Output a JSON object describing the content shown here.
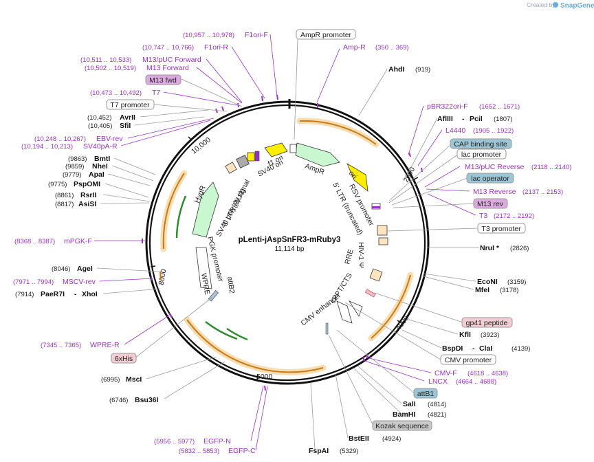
{
  "map": {
    "name": "pLenti-jAspSnFR3-mRuby3",
    "size": "11,114 bp"
  },
  "branding": {
    "created_by": "Created by",
    "product": "SnapGene"
  },
  "ticks": [
    "2000",
    "4000",
    "5000",
    "8000",
    "10,000"
  ],
  "enzymes": [
    {
      "name": "AhdI",
      "pos": "(919)"
    },
    {
      "name": "AflIII",
      "name2": "PciI",
      "pos": "(1807)"
    },
    {
      "name": "NruI *",
      "pos": "(2826)"
    },
    {
      "name": "EcoNI",
      "pos": "(3159)"
    },
    {
      "name": "MfeI",
      "pos": "(3178)"
    },
    {
      "name": "KflI",
      "pos": "(3923)"
    },
    {
      "name": "BspDI",
      "name2": "ClaI",
      "pos": "(4139)"
    },
    {
      "name": "SalI",
      "pos": "(4814)"
    },
    {
      "name": "BamHI",
      "pos": "(4821)"
    },
    {
      "name": "BstEII",
      "pos": "(4924)"
    },
    {
      "name": "FspAI",
      "pos": "(5329)"
    },
    {
      "name": "Bsu36I",
      "pos": "(6746)"
    },
    {
      "name": "MscI",
      "pos": "(6995)"
    },
    {
      "name": "PaeR7I",
      "name2": "XhoI",
      "pos": "(7914)"
    },
    {
      "name": "AgeI",
      "pos": "(8046)"
    },
    {
      "name": "AsiSI",
      "pos": "(8817)"
    },
    {
      "name": "RsrII",
      "pos": "(8861)"
    },
    {
      "name": "PspOMI",
      "pos": "(9775)"
    },
    {
      "name": "ApaI",
      "pos": "(9779)"
    },
    {
      "name": "NheI",
      "pos": "(9859)"
    },
    {
      "name": "BmtI",
      "pos": "(9863)"
    },
    {
      "name": "SfiI",
      "pos": "(10,405)"
    },
    {
      "name": "AvrII",
      "pos": "(10,452)"
    }
  ],
  "primers": [
    {
      "name": "F1ori-F",
      "range": "(10,957 .. 10,978)"
    },
    {
      "name": "F1ori-R",
      "range": "(10,747 .. 10,766)"
    },
    {
      "name": "M13/pUC Forward",
      "range": "(10,511 .. 10,533)"
    },
    {
      "name": "M13 Forward",
      "range": "(10,502 .. 10,519)"
    },
    {
      "name": "T7",
      "range": "(10,473 .. 10,492)"
    },
    {
      "name": "EBV-rev",
      "range": "(10,248 .. 10,267)"
    },
    {
      "name": "SV40pA-R",
      "range": "(10,194 .. 10,213)"
    },
    {
      "name": "mPGK-F",
      "range": "(8368 .. 8387)"
    },
    {
      "name": "MSCV-rev",
      "range": "(7971 .. 7994)"
    },
    {
      "name": "WPRE-R",
      "range": "(7345 .. 7365)"
    },
    {
      "name": "EGFP-N",
      "range": "(5956 .. 5977)"
    },
    {
      "name": "EGFP-C",
      "range": "(5832 .. 5853)"
    },
    {
      "name": "Amp-R",
      "range": "(350 .. 369)"
    },
    {
      "name": "pBR322ori-F",
      "range": "(1652 .. 1671)"
    },
    {
      "name": "L4440",
      "range": "(1905 .. 1922)"
    },
    {
      "name": "M13/pUC Reverse",
      "range": "(2118 .. 2140)"
    },
    {
      "name": "M13 Reverse",
      "range": "(2137 .. 2153)"
    },
    {
      "name": "T3",
      "range": "(2172 .. 2192)"
    },
    {
      "name": "CMV-F",
      "range": "(4618 .. 4638)"
    },
    {
      "name": "LNCX",
      "range": "(4664 .. 4688)"
    }
  ],
  "boxed": [
    {
      "name": "AmpR promoter"
    },
    {
      "name": "M13 fwd"
    },
    {
      "name": "T7 promoter"
    },
    {
      "name": "CAP binding site"
    },
    {
      "name": "lac promoter"
    },
    {
      "name": "lac operator"
    },
    {
      "name": "M13 rev"
    },
    {
      "name": "T3 promoter"
    },
    {
      "name": "gp41 peptide"
    },
    {
      "name": "CMV promoter"
    },
    {
      "name": "attB1"
    },
    {
      "name": "Kozak sequence"
    },
    {
      "name": "6xHis"
    }
  ],
  "features": [
    "f1 ori",
    "SV40 ori",
    "AmpR",
    "ori",
    "RSV promoter",
    "5' LTR (truncated)",
    "HIV-1 Ψ",
    "RRE",
    "cPPT/CTS",
    "CMV enhancer",
    "attB2",
    "WPRE",
    "PGK promoter",
    "HygR",
    "3' LTR (ΔU3)",
    "SV40 poly(A) signal"
  ]
}
